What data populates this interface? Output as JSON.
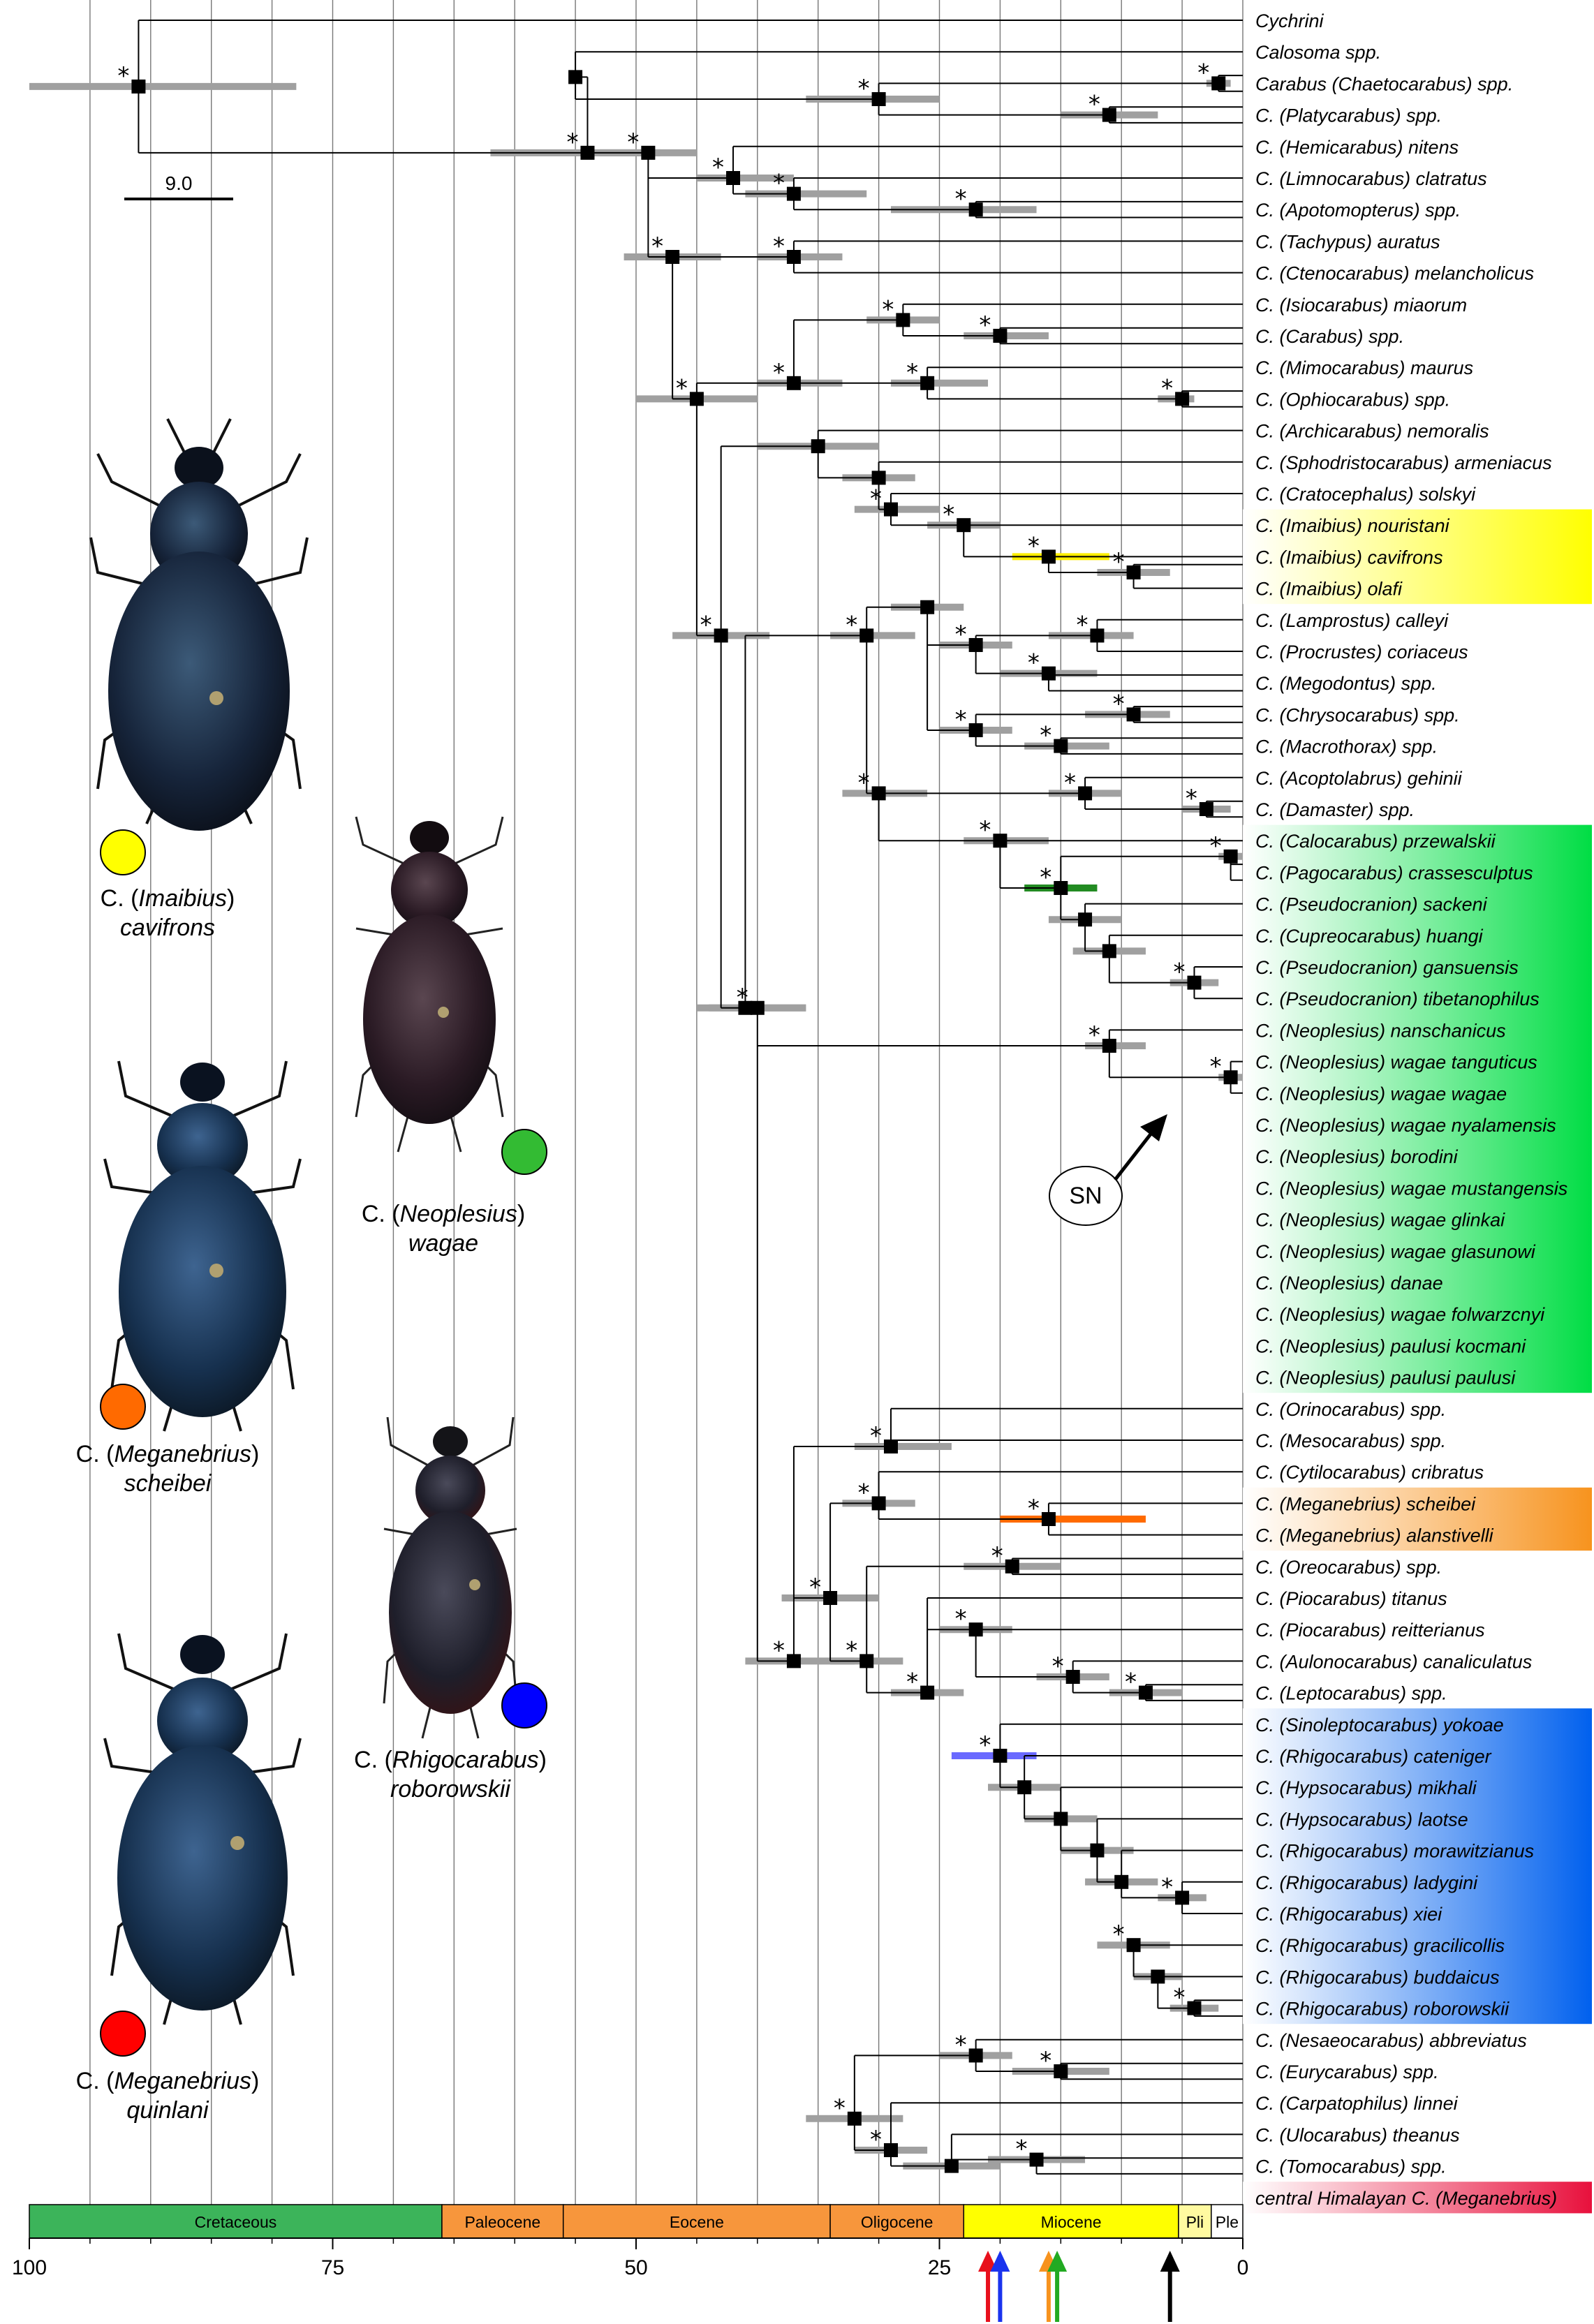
{
  "axis": {
    "ticks": [
      "100",
      "75",
      "50",
      "25",
      "0"
    ],
    "max_ma": 100
  },
  "scale_bar": {
    "label": "9.0"
  },
  "periods": [
    {
      "name": "Cretaceous",
      "from": 100,
      "to": 66,
      "color": "#3cb45a"
    },
    {
      "name": "Paleocene",
      "from": 66,
      "to": 56,
      "color": "#f7963c"
    },
    {
      "name": "Eocene",
      "from": 56,
      "to": 34,
      "color": "#f7963c"
    },
    {
      "name": "Oligocene",
      "from": 34,
      "to": 23,
      "color": "#f7963c"
    },
    {
      "name": "Miocene",
      "from": 23,
      "to": 5.3,
      "color": "#ffff00"
    },
    {
      "name": "Pli",
      "from": 5.3,
      "to": 2.6,
      "color": "#fffaa0"
    },
    {
      "name": "Ple",
      "from": 2.6,
      "to": 0,
      "color": "#ffffff"
    }
  ],
  "taxa": [
    "Cychrini",
    "Calosoma spp.",
    "Carabus (Chaetocarabus) spp.",
    "C. (Platycarabus) spp.",
    "C. (Hemicarabus) nitens",
    "C. (Limnocarabus) clatratus",
    "C. (Apotomopterus) spp.",
    "C. (Tachypus) auratus",
    "C. (Ctenocarabus) melancholicus",
    "C. (Isiocarabus) miaorum",
    "C. (Carabus) spp.",
    "C. (Mimocarabus) maurus",
    "C. (Ophiocarabus) spp.",
    "C. (Archicarabus) nemoralis",
    "C. (Sphodristocarabus) armeniacus",
    "C. (Cratocephalus) solskyi",
    "C. (Imaibius) nouristani",
    "C. (Imaibius) cavifrons",
    "C. (Imaibius) olafi",
    "C. (Lamprostus) calleyi",
    "C. (Procrustes) coriaceus",
    "C. (Megodontus) spp.",
    "C. (Chrysocarabus) spp.",
    "C. (Macrothorax) spp.",
    "C. (Acoptolabrus) gehinii",
    "C. (Damaster) spp.",
    "C. (Calocarabus) przewalskii",
    "C. (Pagocarabus) crassesculptus",
    "C. (Pseudocranion) sackeni",
    "C. (Cupreocarabus) huangi",
    "C. (Pseudocranion) gansuensis",
    "C. (Pseudocranion) tibetanophilus",
    "C. (Neoplesius) nanschanicus",
    "C. (Neoplesius) wagae tanguticus",
    "C. (Neoplesius) wagae wagae",
    "C. (Neoplesius) wagae nyalamensis",
    "C. (Neoplesius) borodini",
    "C. (Neoplesius) wagae mustangensis",
    "C. (Neoplesius) wagae glinkai",
    "C. (Neoplesius) wagae glasunowi",
    "C. (Neoplesius) danae",
    "C. (Neoplesius) wagae folwarzcnyi",
    "C. (Neoplesius) paulusi kocmani",
    "C. (Neoplesius) paulusi paulusi",
    "C. (Orinocarabus) spp.",
    "C. (Mesocarabus) spp.",
    "C. (Cytilocarabus) cribratus",
    "C. (Meganebrius) scheibei",
    "C. (Meganebrius) alanstivelli",
    "C. (Oreocarabus) spp.",
    "C. (Piocarabus) titanus",
    "C. (Piocarabus) reitterianus",
    "C. (Aulonocarabus) canaliculatus",
    "C. (Leptocarabus) spp.",
    "C. (Sinoleptocarabus) yokoae",
    "C. (Rhigocarabus) cateniger",
    "C. (Hypsocarabus) mikhali",
    "C. (Hypsocarabus) laotse",
    "C. (Rhigocarabus) morawitzianus",
    "C. (Rhigocarabus) ladygini",
    "C. (Rhigocarabus) xiei",
    "C. (Rhigocarabus) gracilicollis",
    "C. (Rhigocarabus) buddaicus",
    "C. (Rhigocarabus) roborowskii",
    "C. (Nesaeocarabus) abbreviatus",
    "C. (Eurycarabus) spp.",
    "C. (Carpatophilus) linnei",
    "C. (Ulocarabus) theanus",
    "C. (Tomocarabus) spp.",
    "central Himalayan C. (Meganebrius)"
  ],
  "highlights": [
    {
      "from": 16,
      "to": 18,
      "color": "#ffff00"
    },
    {
      "from": 26,
      "to": 43,
      "color": "#00dd44"
    },
    {
      "from": 47,
      "to": 48,
      "color": "#f7931e"
    },
    {
      "from": 54,
      "to": 63,
      "color": "#0060ee"
    },
    {
      "from": 69,
      "to": 69,
      "color": "#e8103c"
    }
  ],
  "annotation": {
    "label": "SN"
  },
  "photos": [
    {
      "genus": "C. (",
      "subgenus": "Imaibius",
      "close": ")",
      "species": "cavifrons",
      "color": "#ffff00"
    },
    {
      "genus": "C. (",
      "subgenus": "Neoplesius",
      "close": ")",
      "species": "wagae",
      "color": "#33bb33"
    },
    {
      "genus": "C. (",
      "subgenus": "Meganebrius",
      "close": ")",
      "species": "scheibei",
      "color": "#ff6a00"
    },
    {
      "genus": "C. (",
      "subgenus": "Rhigocarabus",
      "close": ")",
      "species": "roborowskii",
      "color": "#0000ff"
    },
    {
      "genus": "C. (",
      "subgenus": "Meganebrius",
      "close": ")",
      "species": "quinlani",
      "color": "#ff0000"
    }
  ],
  "arrows": [
    {
      "age": 21.0,
      "color": "#e8101c"
    },
    {
      "age": 20.0,
      "color": "#1a33ee"
    },
    {
      "age": 16.0,
      "color": "#f7931e"
    },
    {
      "age": 15.3,
      "color": "#22aa22"
    },
    {
      "age": 6.0,
      "color": "#000000"
    }
  ]
}
